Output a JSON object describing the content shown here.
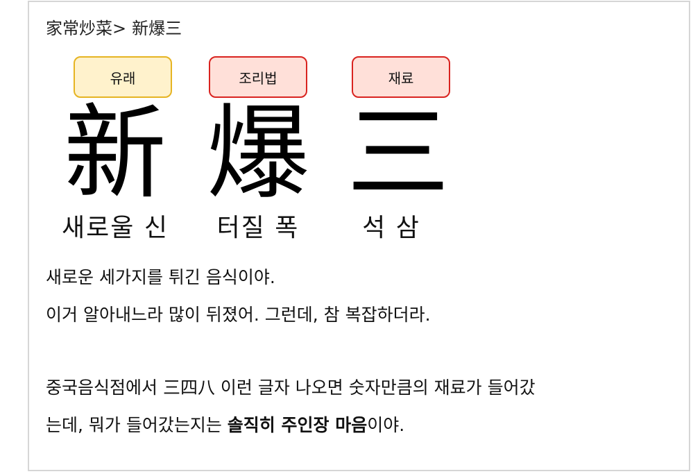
{
  "breadcrumb": {
    "category": "家常炒菜",
    "separator": ">",
    "current": "新爆三"
  },
  "tabs": [
    {
      "label": "유래",
      "bg": "#fff2cc",
      "border": "#e6b422"
    },
    {
      "label": "조리법",
      "bg": "#ffe0d9",
      "border": "#d9231f"
    },
    {
      "label": "재료",
      "bg": "#ffe0d9",
      "border": "#d9231f"
    }
  ],
  "characters": [
    {
      "hanzi": "新",
      "reading": "새로울 신"
    },
    {
      "hanzi": "爆",
      "reading": "터질 폭"
    },
    {
      "hanzi": "三",
      "reading": "석 삼"
    }
  ],
  "body": {
    "line1": "새로운 세가지를 튀긴 음식이야.",
    "line2": "이거 알아내느라 많이 뒤졌어. 그런데, 참 복잡하더라.",
    "line3": "중국음식점에서 三四八 이런 글자 나오면 숫자만큼의 재료가 들어갔",
    "line4_prefix": "는데, 뭐가 들어갔는지는 ",
    "line4_bold": "솔직히 주인장 마음",
    "line4_suffix": "이야."
  }
}
